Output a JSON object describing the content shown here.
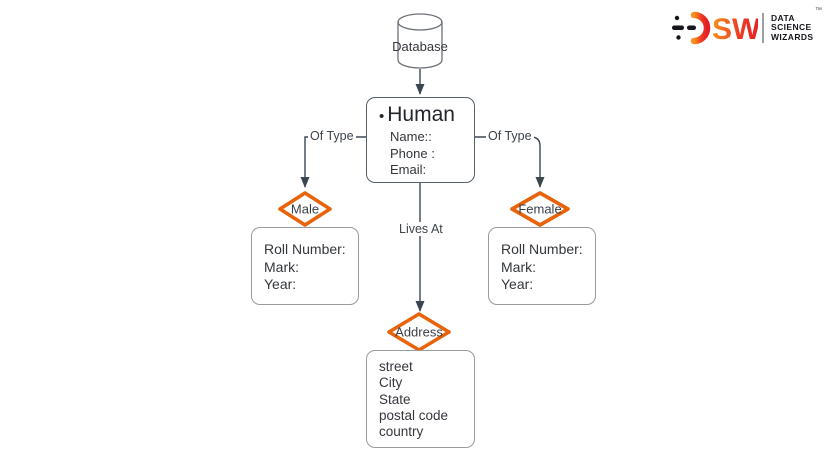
{
  "logo": {
    "wordmark_sw": "SW",
    "lines": [
      "DATA",
      "SCIENCE",
      "WIZARDS"
    ],
    "trademark": "™",
    "colors": {
      "orange": "#f6921e",
      "red": "#e31e24",
      "text": "#15151e"
    }
  },
  "diagram": {
    "database": {
      "label": "Database"
    },
    "human": {
      "bullet": "•",
      "title": "Human",
      "fields": [
        "Name::",
        "Phone :",
        "Email:"
      ]
    },
    "edges": {
      "of_type_left": "Of Type",
      "of_type_right": "Of Type",
      "lives_at": "Lives At"
    },
    "relations": {
      "male": "Male",
      "female": "Female",
      "address": "Address"
    },
    "male_attributes": [
      "Roll Number:",
      "Mark:",
      "Year:"
    ],
    "female_attributes": [
      "Roll Number:",
      "Mark:",
      "Year:"
    ],
    "address_attributes": [
      "street",
      "City",
      "State",
      "postal code",
      "country"
    ],
    "colors": {
      "relation_border": "#e8630a",
      "connector": "#3c4653",
      "box_border": "#979ca1"
    }
  }
}
